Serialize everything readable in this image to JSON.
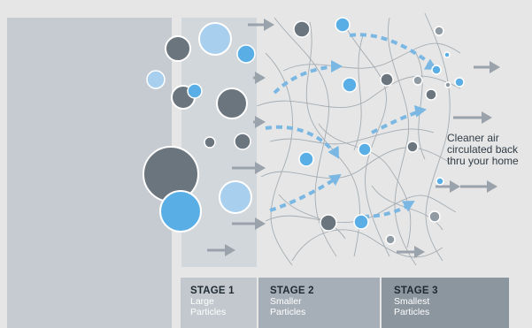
{
  "colors": {
    "background": "#e6e6e6",
    "housing": "#c5cbd1",
    "filter_media": "#d2d7dc",
    "dark_particle": "#6a757e",
    "blue_particle": "#5aaee6",
    "light_blue_particle": "#a8cfee",
    "arrow_gray": "#9aa3ab",
    "arrow_blue": "#7ab8e3",
    "stage1_bg": "#c2c8ce",
    "stage2_bg": "#a6afb7",
    "stage3_bg": "#8c969f"
  },
  "annotation": {
    "line1": "Cleaner air",
    "line2": "circulated back",
    "line3": "thru your home"
  },
  "stages": [
    {
      "title": "STAGE 1",
      "line1": "Large",
      "line2": "Particles"
    },
    {
      "title": "STAGE 2",
      "line1": "Smaller",
      "line2": "Particles"
    },
    {
      "title": "STAGE 3",
      "line1": "Smallest",
      "line2": "Particles"
    }
  ],
  "icons": {
    "airflow_arrow": "right-arrow-icon",
    "particle": "circle-particle-icon"
  }
}
